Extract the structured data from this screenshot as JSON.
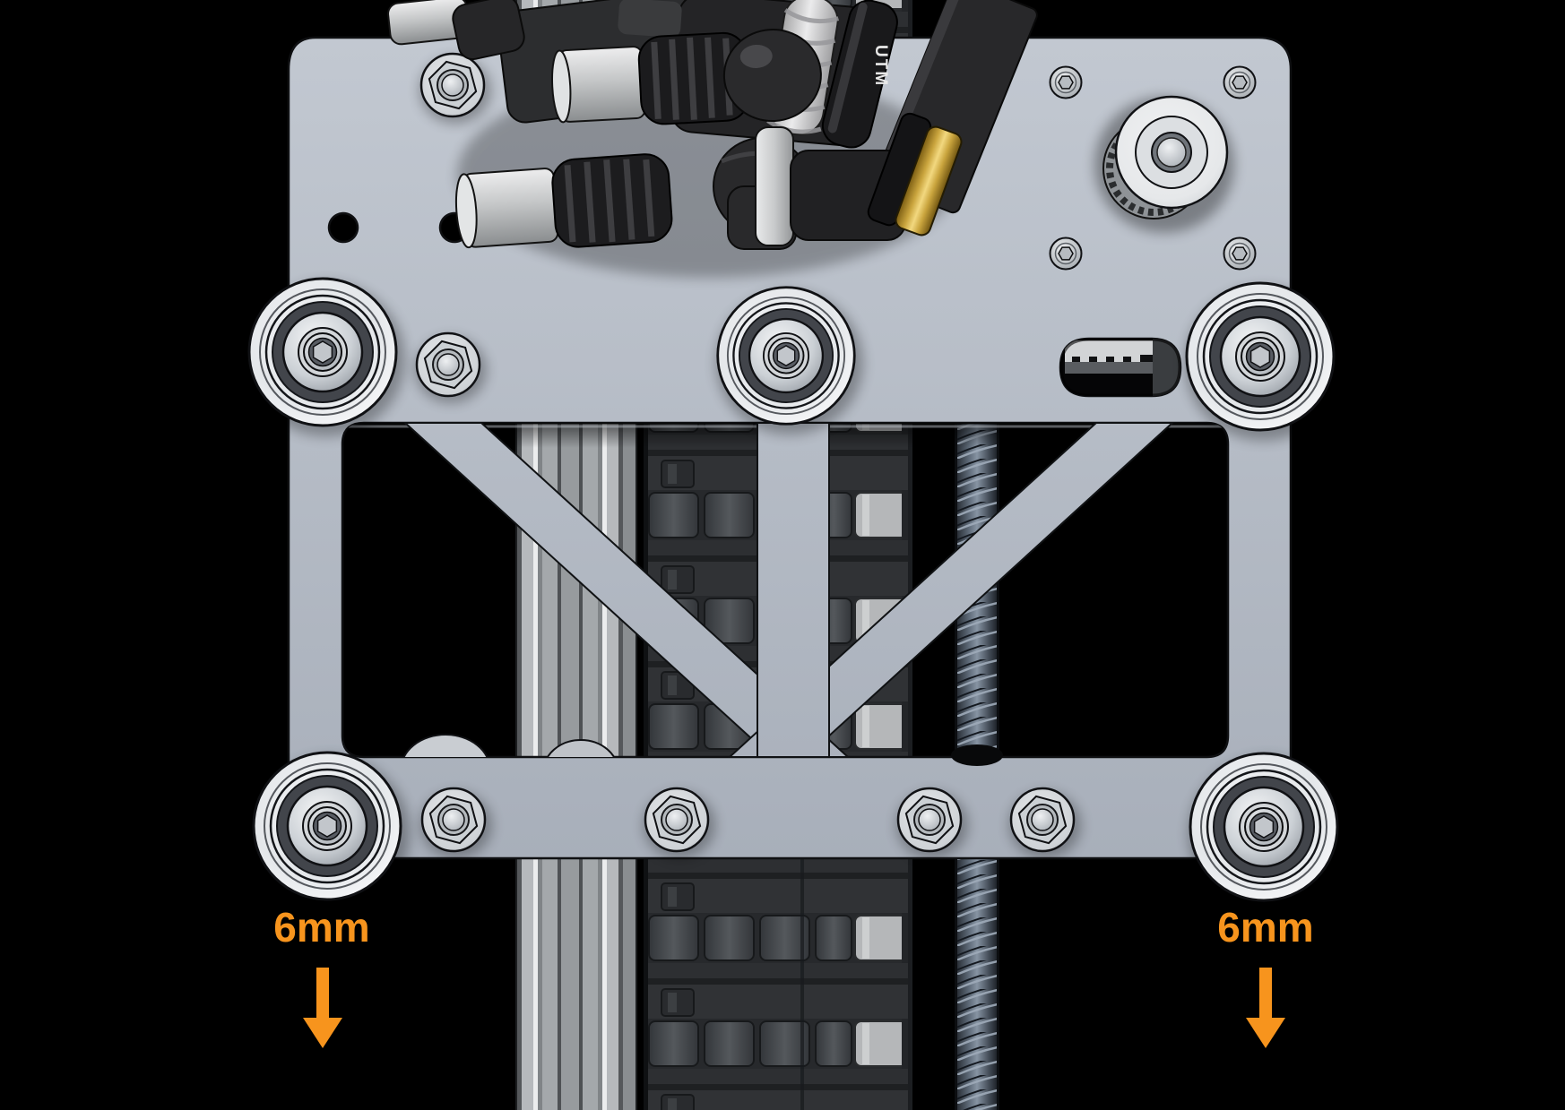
{
  "colors": {
    "background": "#000000",
    "plate": "#b5bcc6",
    "annotation_orange": "#F7941D"
  },
  "annotations": {
    "left": {
      "label": "6mm"
    },
    "right": {
      "label": "6mm"
    }
  },
  "parts": {
    "tube_label": "UTM"
  }
}
